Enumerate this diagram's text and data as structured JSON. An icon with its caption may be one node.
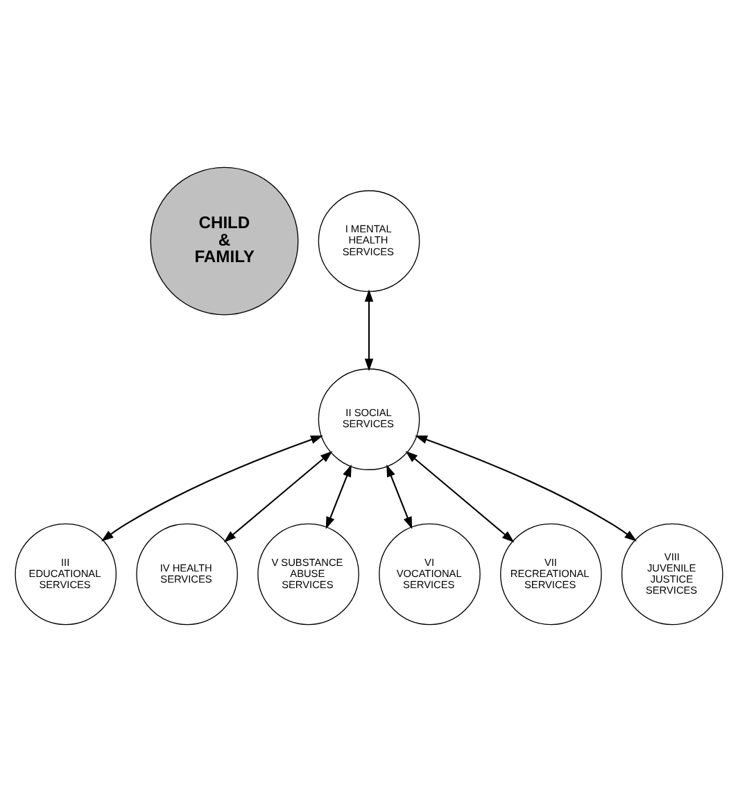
{
  "diagram": {
    "nodes": [
      {
        "text": [
          "CHILD & FAMILY"
        ]
      },
      {
        "text": [
          "I MENTAL HEALTH SERVICES"
        ]
      },
      {
        "text": [
          "II SOCIAL SERVICES"
        ]
      },
      {
        "text": [
          "III EDUCATIONAL SERVICES"
        ]
      },
      {
        "text": [
          "IV HEALTH SERVICES"
        ]
      },
      {
        "text": [
          "V SUBSTANCE ABUSE SERVICES"
        ]
      },
      {
        "text": [
          "VI VOCATIONAL SERVICES"
        ]
      },
      {
        "text": [
          "VII RECREATIONAL SERVICES"
        ]
      },
      {
        "text": [
          "VIII JUVENILE JUSTICE SERVICES"
        ]
      }
    ],
    "edges": [
      {
        "from": 1,
        "to": 2,
        "arrow": "both"
      },
      {
        "from": 2,
        "to": 8,
        "arrow": "both"
      },
      {
        "from": 2,
        "to": 7,
        "arrow": "both"
      },
      {
        "from": 2,
        "to": 6,
        "arrow": "both"
      },
      {
        "from": 2,
        "to": 5,
        "arrow": "both"
      },
      {
        "from": 2,
        "to": 4,
        "arrow": "both"
      },
      {
        "from": 2,
        "to": 3,
        "arrow": "both"
      }
    ]
  }
}
